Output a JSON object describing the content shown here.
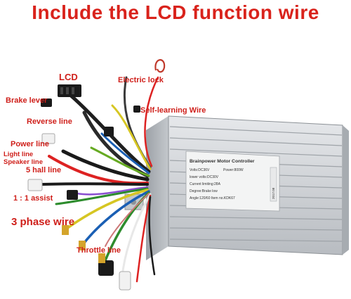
{
  "headline": "Include the LCD function wire",
  "labels": {
    "lcd": "LCD",
    "electric_lock": "Electric lock",
    "brake_lever": "Brake lever",
    "self_learning": "Self-learning Wire",
    "reverse_line": "Reverse line",
    "power_line": "Power line",
    "light_line": "Light line",
    "speaker_line": "Speaker line",
    "hall_line": "5 hall line",
    "assist": "1 : 1 assist",
    "phase_wire": "3 phase wire",
    "throttle_line": "Throttle line"
  },
  "label_plate": {
    "title": "Brainpower Motor Controller",
    "line1a": "Volts:DC36V",
    "line1b": "Power:800W",
    "line2": "lower volts:DC30V",
    "line3": "Current limiting:28A",
    "line4": "Degree:Brake low",
    "line5": "Angle:120/60  Item no.KDK67",
    "date": "2017.08"
  },
  "colors": {
    "headline": "#d9231c",
    "label_text": "#cf1f1a",
    "housing": "#c9ccd0",
    "background": "#ffffff"
  }
}
